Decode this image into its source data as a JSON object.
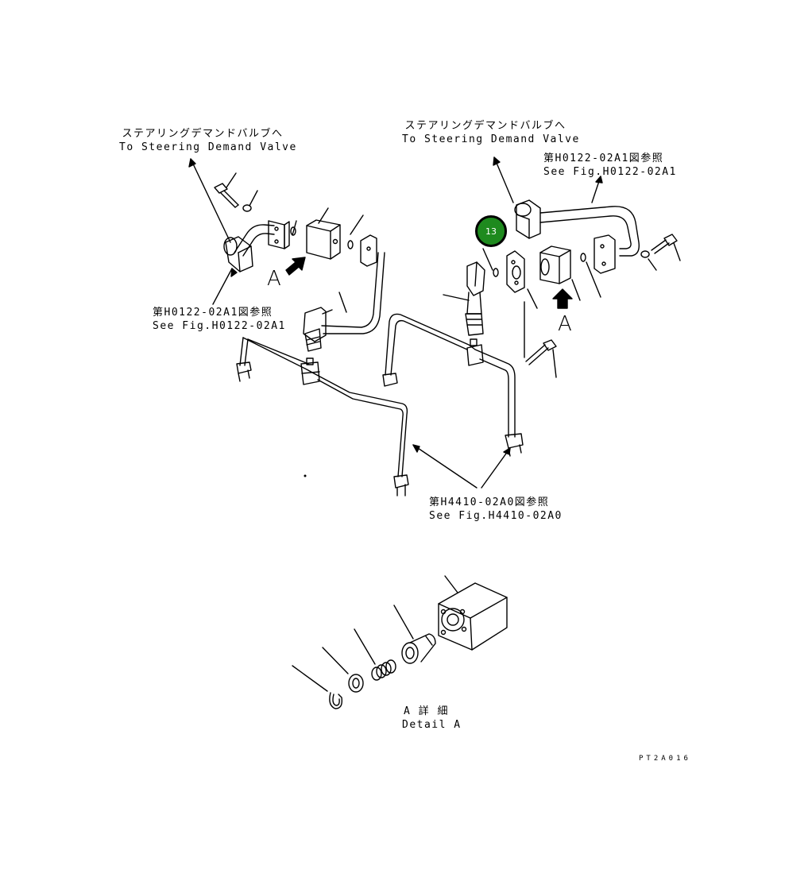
{
  "labels": {
    "left_top_jp": "ステアリングデマンドバルブへ",
    "left_top_en": "To Steering Demand Valve",
    "right_top_jp": "ステアリングデマンドバルブへ",
    "right_top_en": "To Steering Demand Valve",
    "right_ref_jp": "第H0122-02A1図参照",
    "right_ref_en": "See Fig.H0122-02A1",
    "left_ref_jp": "第H0122-02A1図参照",
    "left_ref_en": "See Fig.H0122-02A1",
    "bottom_ref_jp": "第H4410-02A0図参照",
    "bottom_ref_en": "See Fig.H4410-02A0",
    "detail_jp": "A 詳 細",
    "detail_en": "Detail A",
    "view_a_left": "A",
    "view_a_right": "A",
    "drawing_code": "PT2A016"
  },
  "callouts": [
    {
      "number": "13",
      "color": "#1e8a1e"
    }
  ],
  "colors": {
    "line": "#000000",
    "callout_fill": "#1e8a1e",
    "background": "#ffffff"
  }
}
